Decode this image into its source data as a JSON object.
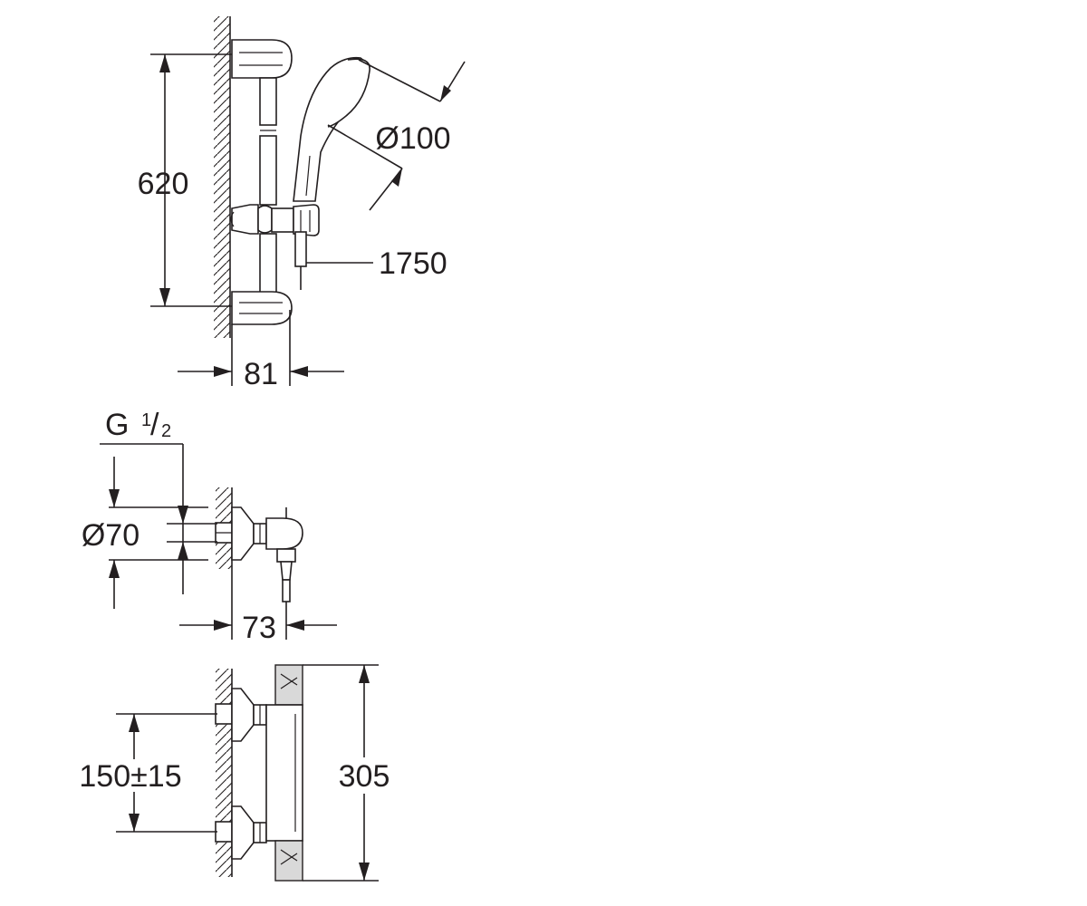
{
  "dimensions": {
    "rail_height": "620",
    "handshower_diameter": "Ø100",
    "hose_length": "1750",
    "rail_depth": "81",
    "thread_label": "G",
    "thread_num": "1",
    "thread_den": "2",
    "rosette_diameter": "Ø70",
    "mixer_projection": "73",
    "inlet_spacing": "150±15",
    "mixer_height": "305"
  },
  "colors": {
    "line": "#231f20",
    "fill": "#ffffff",
    "shade": "#d9d9d9"
  }
}
